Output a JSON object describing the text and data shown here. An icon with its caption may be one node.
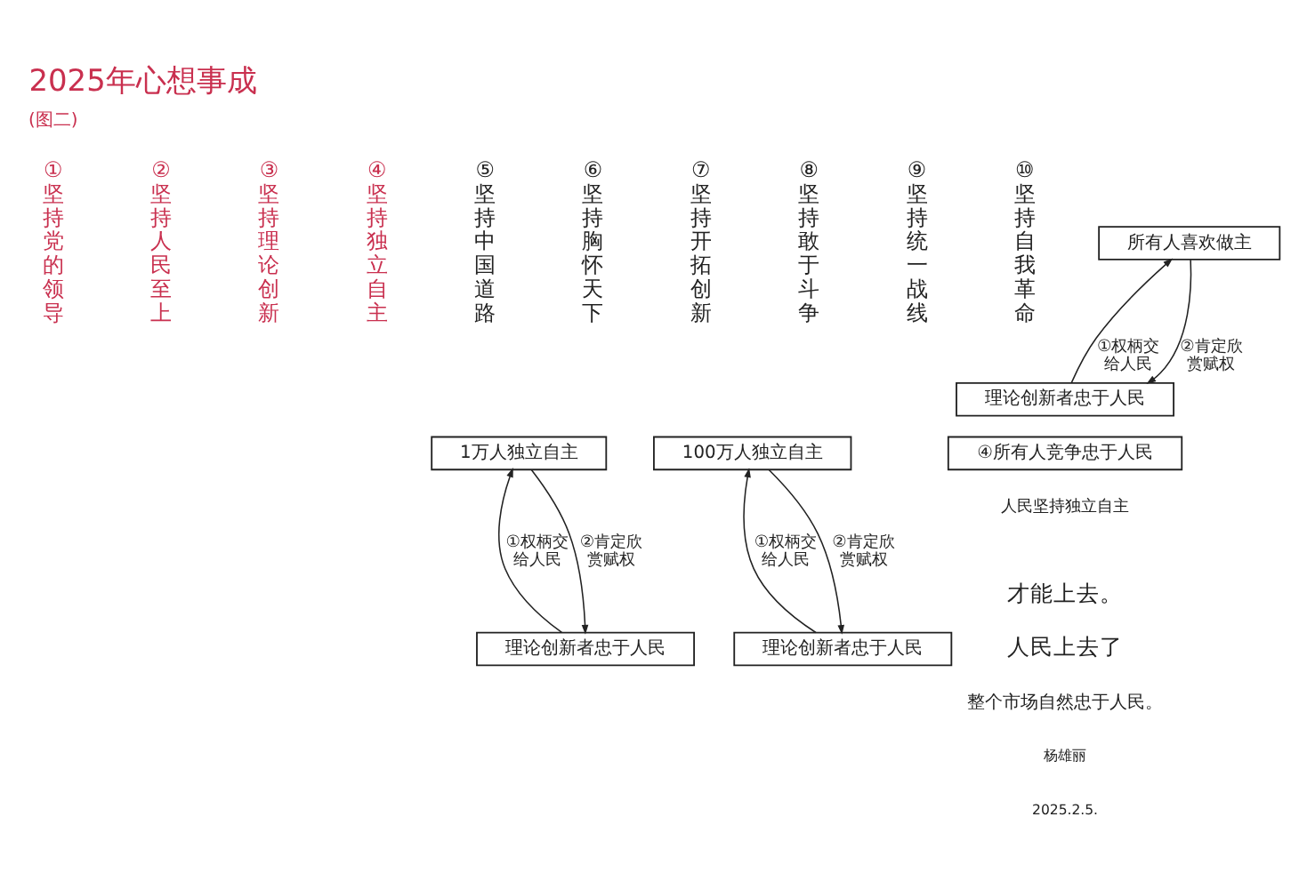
{
  "diagram": {
    "title": "2025年心想事成",
    "nodes": [
      {
        "text": [
          "所有人喜欢做主"
        ]
      },
      {
        "text": [
          "理论创新者忠于人民"
        ]
      },
      {
        "text": [
          "④所有人竞争忠于人民"
        ]
      },
      {
        "text": [
          "1万人独立自主"
        ]
      },
      {
        "text": [
          "理论创新者忠于人民"
        ]
      },
      {
        "text": [
          "100万人独立自主"
        ]
      },
      {
        "text": [
          "理论创新者忠于人民"
        ]
      }
    ],
    "edges": [
      {
        "from": 1,
        "to": 0,
        "arrow": "to",
        "label": "①权柄交给人民"
      },
      {
        "from": 0,
        "to": 1,
        "arrow": "to",
        "label": "②肯定欣赏赋权"
      },
      {
        "from": 4,
        "to": 3,
        "arrow": "to",
        "label": "①权柄交给人民"
      },
      {
        "from": 3,
        "to": 4,
        "arrow": "to",
        "label": "②肯定欣赏赋权"
      },
      {
        "from": 6,
        "to": 5,
        "arrow": "to",
        "label": "①权柄交给人民"
      },
      {
        "from": 5,
        "to": 6,
        "arrow": "to",
        "label": "②肯定欣赏赋权"
      }
    ],
    "labels": [
      "(图二)",
      "①坚持党的领导",
      "②坚持人民至上",
      "③坚持理论创新",
      "④坚持独立自主",
      "⑤坚持中国道路",
      "⑥坚持胸怀天下",
      "⑦坚持开拓创新",
      "⑧坚持敢于斗争",
      "⑨坚持统一战线",
      "⑩坚持自我革命",
      "人民坚持独立自主",
      "才能上去。",
      "人民上去了",
      "整个市场自然忠于人民。",
      "杨雄丽",
      "2025.2.5."
    ]
  }
}
